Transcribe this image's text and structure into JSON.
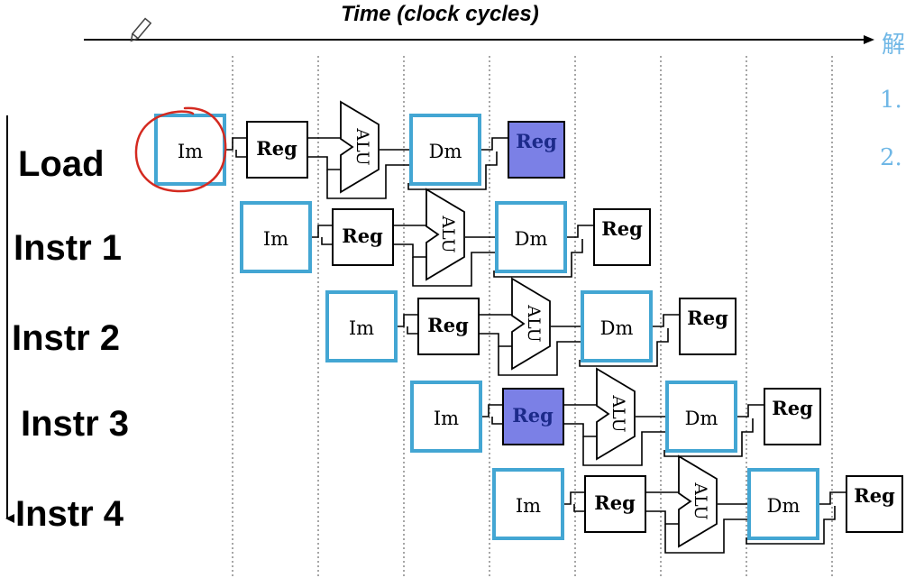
{
  "title": "Time (clock cycles)",
  "rows": [
    {
      "label": "Load"
    },
    {
      "label": "Instr 1"
    },
    {
      "label": "Instr 2"
    },
    {
      "label": "Instr 3"
    },
    {
      "label": "Instr 4"
    }
  ],
  "stages": {
    "im": "Im",
    "reg": "Reg",
    "alu": "ALU",
    "dm": "Dm",
    "wb": "Reg"
  },
  "highlights": {
    "load_writeback": "Reg",
    "instr3_read": "Reg"
  },
  "notes": [
    "解",
    "1.",
    "2."
  ],
  "colors": {
    "stage_border": "#43a6d3",
    "highlight_fill": "#7b80e6",
    "circle": "#d42a20",
    "note_text": "#6fb7e6"
  }
}
